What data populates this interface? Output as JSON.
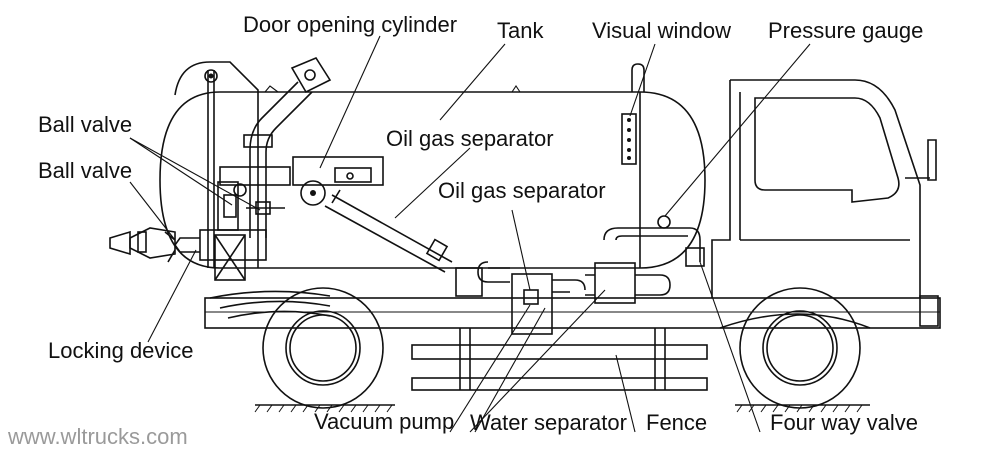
{
  "labels": {
    "door_opening_cylinder": "Door opening cylinder",
    "tank": "Tank",
    "visual_window": "Visual window",
    "pressure_gauge": "Pressure gauge",
    "ball_valve_1": "Ball valve",
    "ball_valve_2": "Ball valve",
    "oil_gas_separator_1": "Oil gas separator",
    "oil_gas_separator_2": "Oil gas separator",
    "locking_device": "Locking device",
    "vacuum_pump": "Vacuum pump",
    "water_separator": "Water separator",
    "fence": "Fence",
    "four_way_valve": "Four way valve"
  },
  "watermark": "www.wltrucks.com",
  "colors": {
    "line": "#111111",
    "background": "#ffffff",
    "watermark": "#9a9a9a"
  }
}
